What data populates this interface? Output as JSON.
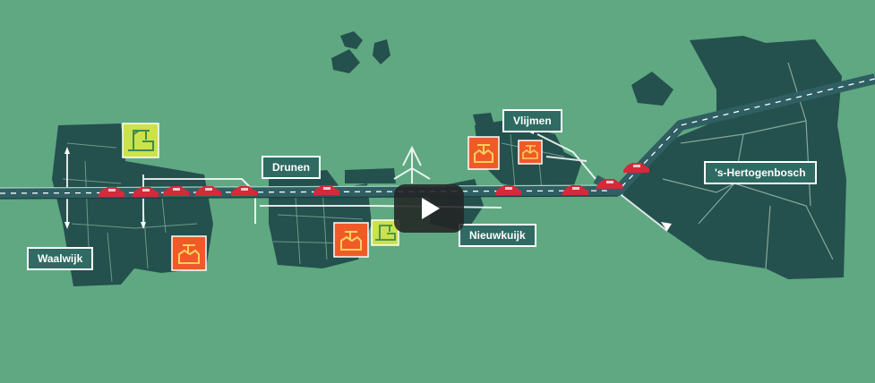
{
  "map": {
    "places": [
      "Waalwijk",
      "Drunen",
      "Vlijmen",
      "Nieuwkuijk",
      "'s-Hertogenbosch"
    ]
  },
  "video": {
    "play_icon": "play-icon"
  },
  "colors": {
    "background": "#5fa882",
    "town": "#24504d",
    "road": "#2f5f63",
    "car": "#d42a3a",
    "industry_orange": "#f05a28",
    "industry_lime": "#cbe24a",
    "label_bg": "#2f6b63"
  },
  "icons": [
    "industry-icon",
    "factory-crane-icon",
    "car-icon",
    "play-icon"
  ]
}
